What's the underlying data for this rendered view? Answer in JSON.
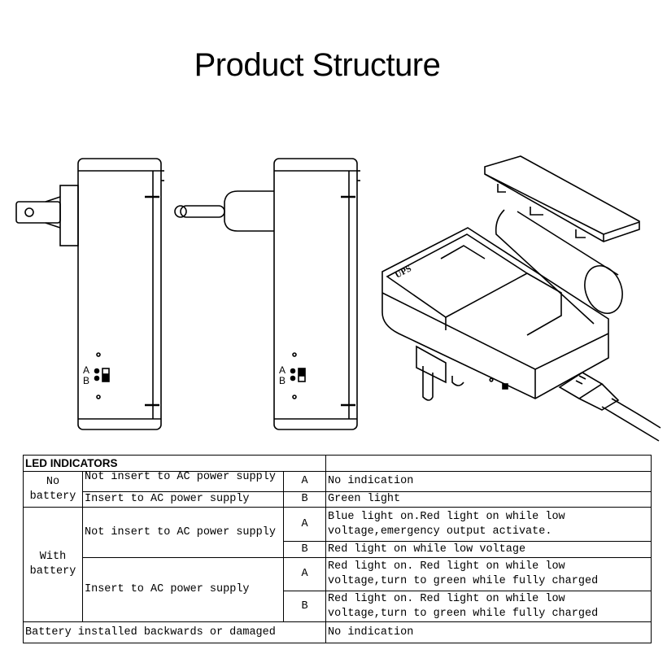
{
  "title": "Product Structure",
  "diagram": {
    "label_a": "A",
    "label_b": "B",
    "brand": "UPS"
  },
  "table": {
    "header": "LED INDICATORS",
    "no_battery": "No battery",
    "with_battery": "With battery",
    "not_insert": "Not insert to AC power supply",
    "insert": "Insert to AC power supply",
    "a": "A",
    "b": "B",
    "rows": [
      "No indication",
      "Green light",
      "Blue light on.Red light on while low voltage,emergency output activate.",
      "Red light on while low voltage",
      "Red light on. Red light on while low voltage,turn to green while fully charged",
      "Red light on. Red light on while low voltage,turn to green while fully charged"
    ],
    "backwards": "Battery installed backwards or damaged",
    "backwards_result": "No indication"
  }
}
